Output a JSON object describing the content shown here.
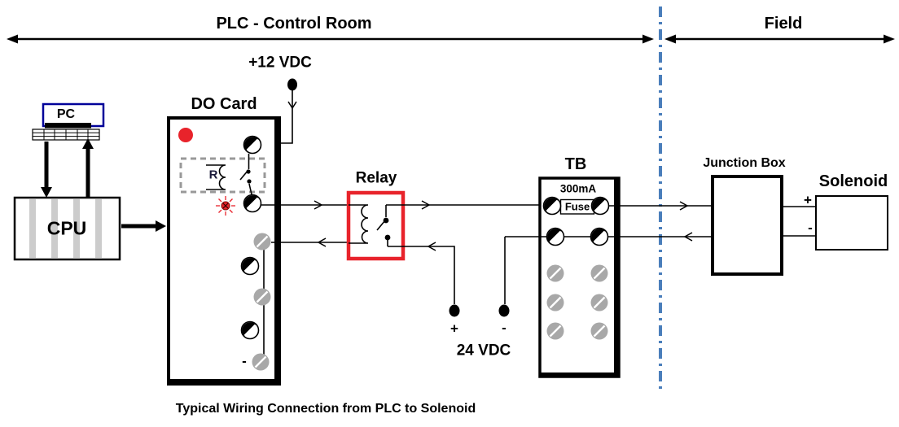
{
  "zones": {
    "control_room_label": "PLC - Control Room",
    "field_label": "Field"
  },
  "labels": {
    "pc": "PC",
    "cpu": "CPU",
    "do_card": "DO Card",
    "do_card_relay_coil": "R",
    "do_card_minus": "-",
    "plus_12vdc": "+12 VDC",
    "relay": "Relay",
    "tb": "TB",
    "tb_rating": "300mA",
    "fuse": "Fuse",
    "supply_24vdc": "24 VDC",
    "supply_plus": "+",
    "supply_minus": "-",
    "junction_box": "Junction Box",
    "solenoid": "Solenoid",
    "solenoid_plus": "+",
    "solenoid_minus": "-",
    "caption": "Typical Wiring Connection from PLC to Solenoid"
  },
  "icons": {
    "terminal_black": "screw-terminal-icon",
    "terminal_gray": "screw-terminal-gray-icon",
    "led": "led-indicator-icon",
    "status_dot": "status-dot-icon"
  },
  "colors": {
    "relay_red": "#e8232b",
    "indicator_red": "#e8232b",
    "divider_blue": "#4a7ebb",
    "terminal_gray": "#a8a8a8",
    "pc_border_blue": "#000099",
    "cpu_stripe_gray": "#cccccc",
    "wire_black": "#000000"
  }
}
